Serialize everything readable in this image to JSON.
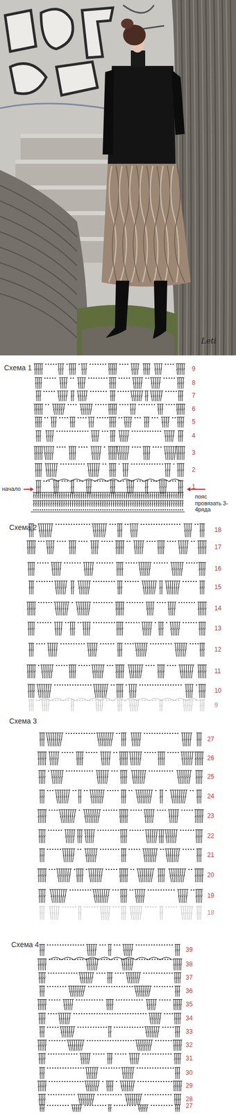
{
  "diagram": {
    "labels": [
      "Leti",
      "Схема 1",
      "9",
      "8",
      "7",
      "6",
      "5",
      "4",
      "3",
      "2",
      "1",
      "начало",
      "пояс провязать 3-4ряда",
      "Схема 2",
      "18",
      "17",
      "16",
      "15",
      "14",
      "13",
      "12",
      "11",
      "10",
      "9",
      "Схема 3",
      "27",
      "26",
      "25",
      "24",
      "23",
      "22",
      "21",
      "20",
      "19",
      "18",
      "Схема 4",
      "39",
      "38",
      "37",
      "36",
      "35",
      "34",
      "33",
      "32",
      "31",
      "30",
      "29",
      "28",
      "27"
    ]
  }
}
